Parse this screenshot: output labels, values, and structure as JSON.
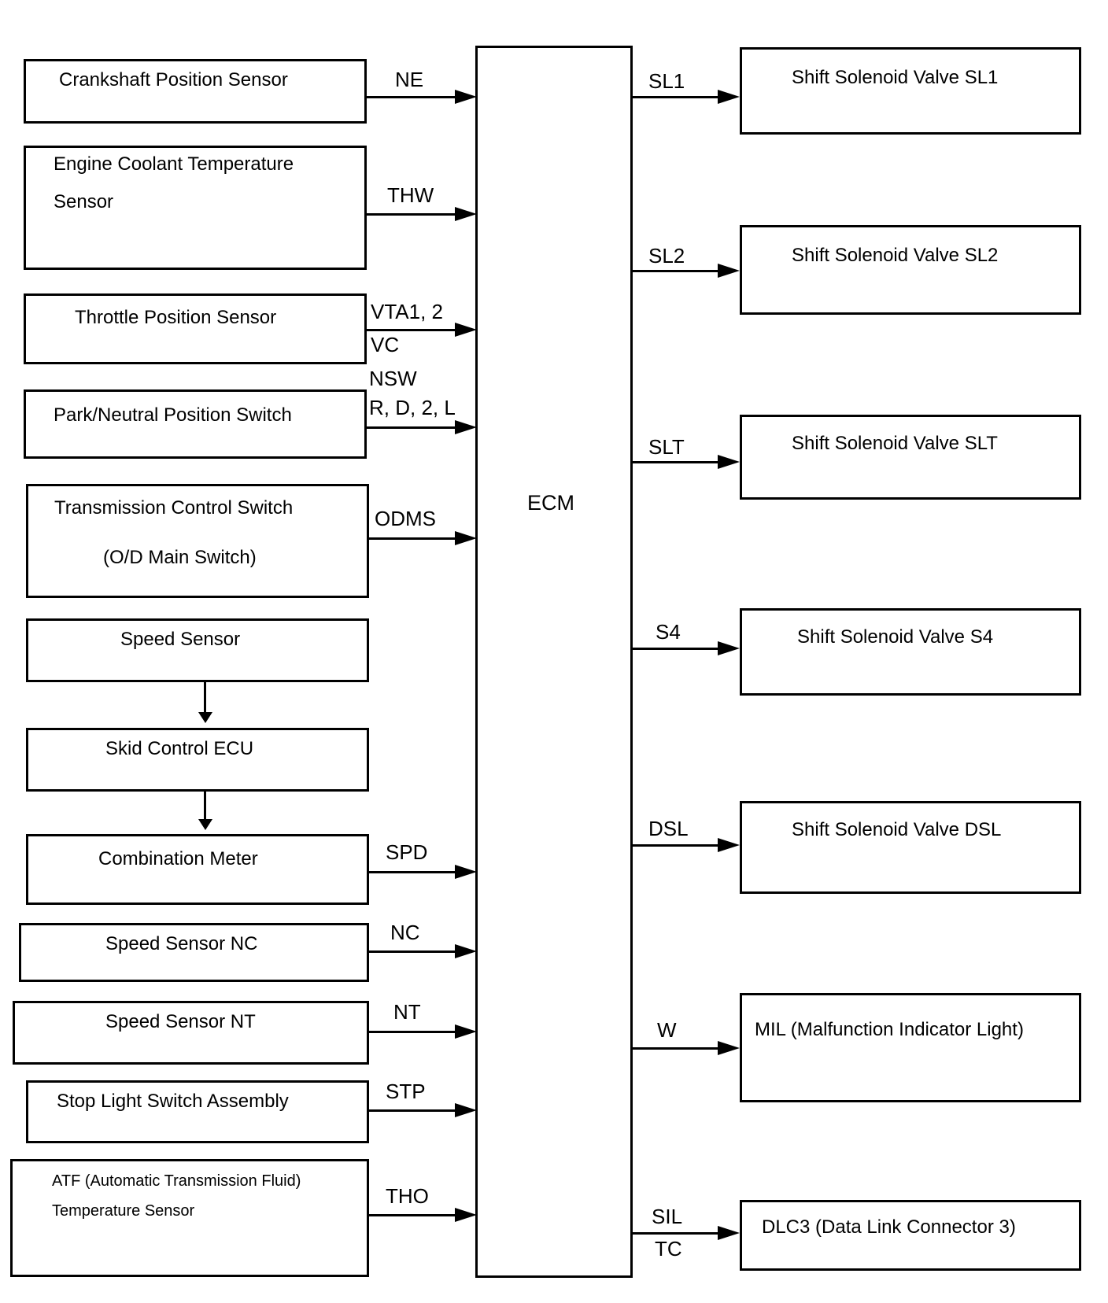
{
  "ecm": "ECM",
  "inputs": {
    "crankshaft": {
      "label": "Crankshaft Position Sensor",
      "signal": "NE"
    },
    "coolant": {
      "label_line1": "Engine Coolant Temperature",
      "label_line2": "Sensor",
      "signal": "THW"
    },
    "throttle": {
      "label": "Throttle Position Sensor",
      "signal_top": "VTA1, 2",
      "signal_bottom": "VC"
    },
    "park_neutral": {
      "label": "Park/Neutral Position Switch",
      "signal_top": "NSW",
      "signal_bottom": "R, D, 2, L"
    },
    "trans_control": {
      "label_line1": "Transmission Control Switch",
      "label_line2": "(O/D Main Switch)",
      "signal": "ODMS"
    },
    "speed_sensor": {
      "label": "Speed Sensor"
    },
    "skid_control": {
      "label": "Skid Control ECU"
    },
    "combination_meter": {
      "label": "Combination Meter",
      "signal": "SPD"
    },
    "speed_nc": {
      "label": "Speed Sensor NC",
      "signal": "NC"
    },
    "speed_nt": {
      "label": "Speed Sensor NT",
      "signal": "NT"
    },
    "stop_light": {
      "label": "Stop Light Switch Assembly",
      "signal": "STP"
    },
    "atf": {
      "label_line1": "ATF (Automatic Transmission Fluid)",
      "label_line2": "Temperature Sensor",
      "signal": "THO"
    }
  },
  "outputs": {
    "sl1": {
      "label": "Shift Solenoid Valve SL1",
      "signal": "SL1"
    },
    "sl2": {
      "label": "Shift Solenoid Valve SL2",
      "signal": "SL2"
    },
    "slt": {
      "label": "Shift Solenoid Valve SLT",
      "signal": "SLT"
    },
    "s4": {
      "label": "Shift Solenoid Valve S4",
      "signal": "S4"
    },
    "dsl": {
      "label": "Shift Solenoid Valve DSL",
      "signal": "DSL"
    },
    "mil": {
      "label": "MIL (Malfunction Indicator Light)",
      "signal": "W"
    },
    "dlc3": {
      "label": "DLC3 (Data Link Connector 3)",
      "signal_top": "SIL",
      "signal_bottom": "TC"
    }
  }
}
